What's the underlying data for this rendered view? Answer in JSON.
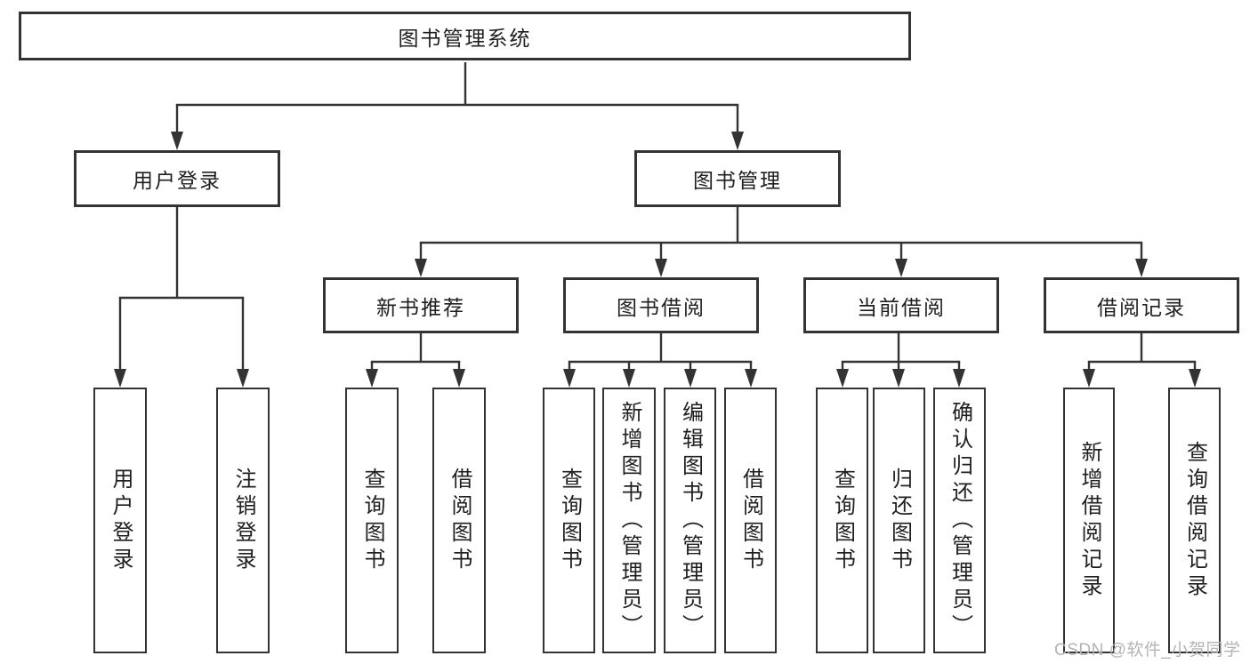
{
  "diagram": {
    "root_label": "图书管理系统",
    "level2": [
      {
        "label": "用户登录"
      },
      {
        "label": "图书管理"
      }
    ],
    "level3": [
      {
        "label": "新书推荐"
      },
      {
        "label": "图书借阅"
      },
      {
        "label": "当前借阅"
      },
      {
        "label": "借阅记录"
      }
    ],
    "leaves": [
      {
        "label": "用户登录"
      },
      {
        "label": "注销登录"
      },
      {
        "label": "查询图书"
      },
      {
        "label": "借阅图书"
      },
      {
        "label": "查询图书"
      },
      {
        "label": "新增图书（管理员）"
      },
      {
        "label": "编辑图书（管理员）"
      },
      {
        "label": "借阅图书"
      },
      {
        "label": "查询图书"
      },
      {
        "label": "归还图书"
      },
      {
        "label": "确认归还（管理员）"
      },
      {
        "label": "新增借阅记录"
      },
      {
        "label": "查询借阅记录"
      }
    ],
    "watermark": "CSDN @软件_小贺同学",
    "colors": {
      "line": "#333333",
      "text": "#1f1f1f",
      "watermark": "#b4b4b4",
      "background": "#ffffff"
    }
  }
}
